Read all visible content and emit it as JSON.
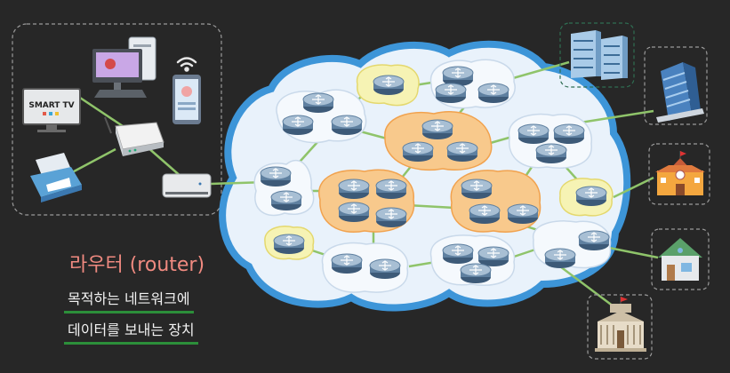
{
  "labels": {
    "smart_tv": "SMART TV",
    "title": "라우터 (router)",
    "desc_line1": "목적하는 네트워크에",
    "desc_line2": "데이터를 보내는 장치"
  },
  "colors": {
    "background": "#272727",
    "cloud_blue_edge": "#3d95d8",
    "cloud_fill": "#e9f2fb",
    "yellow_group": "#f6f3b4",
    "orange_group": "#f8c98c",
    "link_green": "#8fc46a",
    "title_pink": "#f08a80",
    "underline_green": "#2c8f3a"
  },
  "icons": {
    "lan_devices": [
      "desktop-pc-icon",
      "smart-tv-icon",
      "wifi-icon",
      "smartphone-icon",
      "printer-icon",
      "wifi-ap-router-icon",
      "modem-icon"
    ],
    "destinations": [
      "server-rack-icon",
      "office-building-icon",
      "school-icon",
      "house-icon",
      "government-building-icon"
    ],
    "network_node": "router-icon"
  }
}
